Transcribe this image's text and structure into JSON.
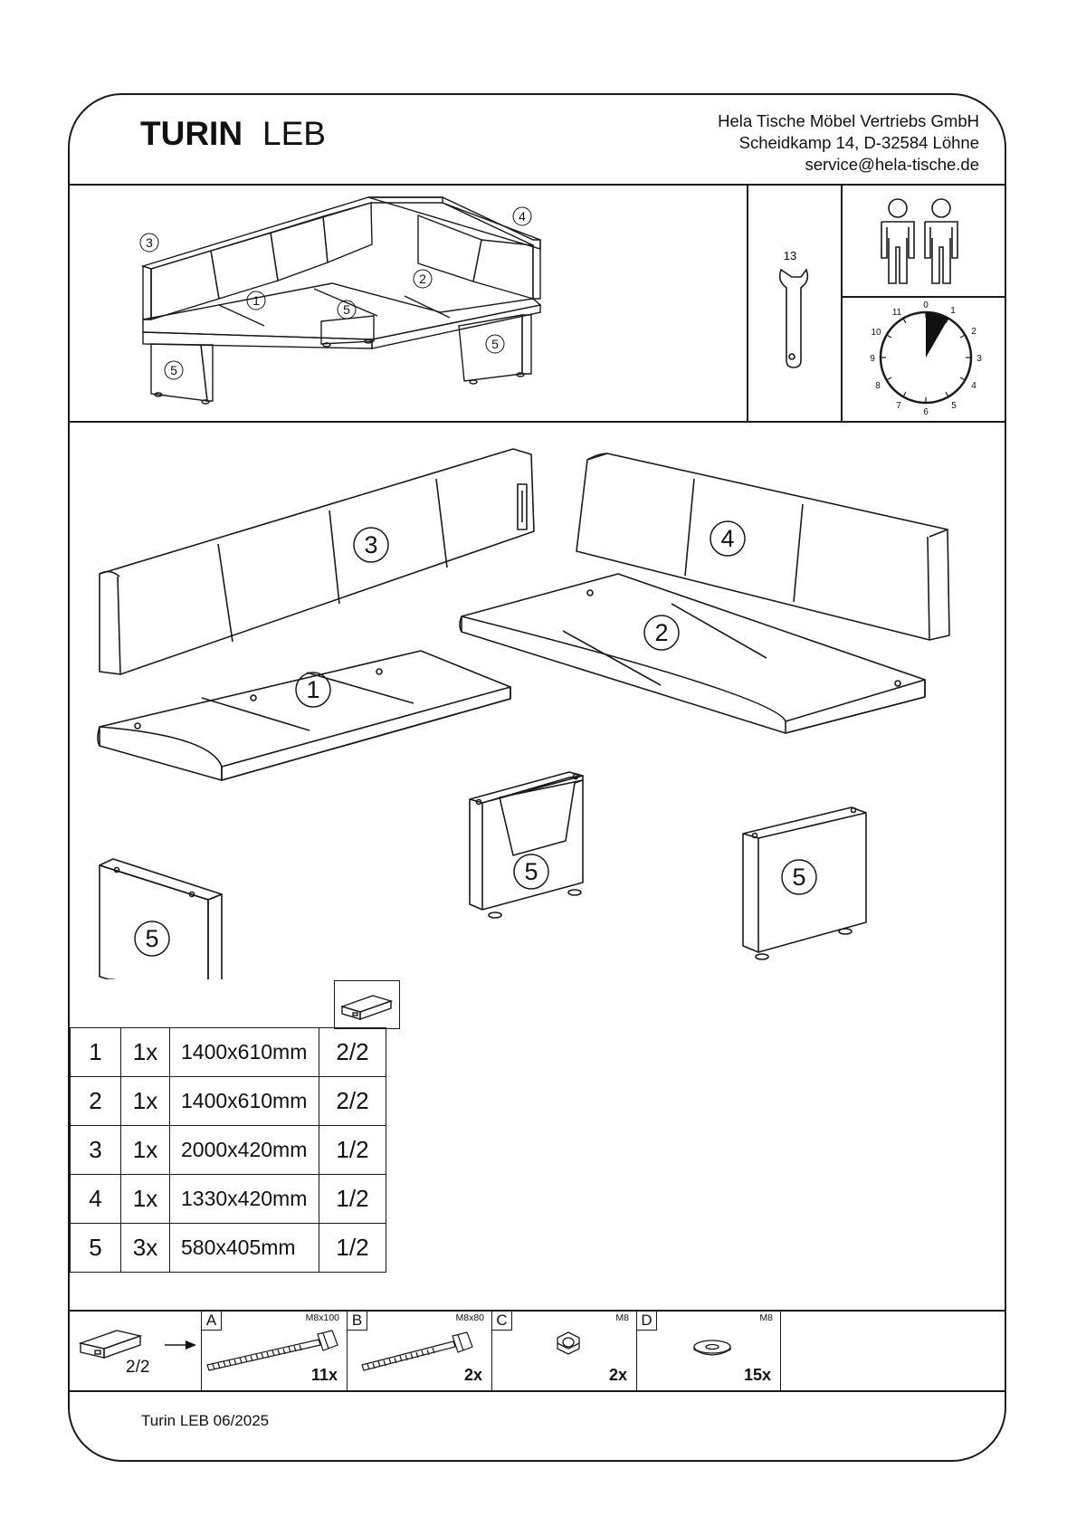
{
  "header": {
    "model": "TURIN",
    "variant": "LEB",
    "company_lines": [
      "Hela Tische Möbel Vertriebs GmbH",
      "Scheidkamp 14, D-32584 Löhne",
      "service@hela-tische.de"
    ]
  },
  "requirements": {
    "wrench_size": "13",
    "persons_icon": "two-persons-icon",
    "clock_numbers": [
      "0",
      "1",
      "2",
      "3",
      "4",
      "5",
      "6",
      "7",
      "8",
      "9",
      "10",
      "11"
    ]
  },
  "overview_labels": {
    "p1": "1",
    "p2": "2",
    "p3": "3",
    "p4": "4",
    "p5": "5"
  },
  "parts_table": {
    "header_icon": "box-icon",
    "rows": [
      {
        "no": "1",
        "qty": "1x",
        "dim": "1400x610mm",
        "box": "2/2"
      },
      {
        "no": "2",
        "qty": "1x",
        "dim": "1400x610mm",
        "box": "2/2"
      },
      {
        "no": "3",
        "qty": "1x",
        "dim": "2000x420mm",
        "box": "1/2"
      },
      {
        "no": "4",
        "qty": "1x",
        "dim": "1330x420mm",
        "box": "1/2"
      },
      {
        "no": "5",
        "qty": "3x",
        "dim": "580x405mm",
        "box": "1/2"
      }
    ]
  },
  "hardware": {
    "box_label": "2/2",
    "items": [
      {
        "letter": "A",
        "spec": "M8x100",
        "qty": "11x",
        "icon": "bolt-icon"
      },
      {
        "letter": "B",
        "spec": "M8x80",
        "qty": "2x",
        "icon": "bolt-icon"
      },
      {
        "letter": "C",
        "spec": "M8",
        "qty": "2x",
        "icon": "nut-icon"
      },
      {
        "letter": "D",
        "spec": "M8",
        "qty": "15x",
        "icon": "washer-icon"
      }
    ]
  },
  "footer": {
    "text": "Turin LEB  06/2025"
  }
}
